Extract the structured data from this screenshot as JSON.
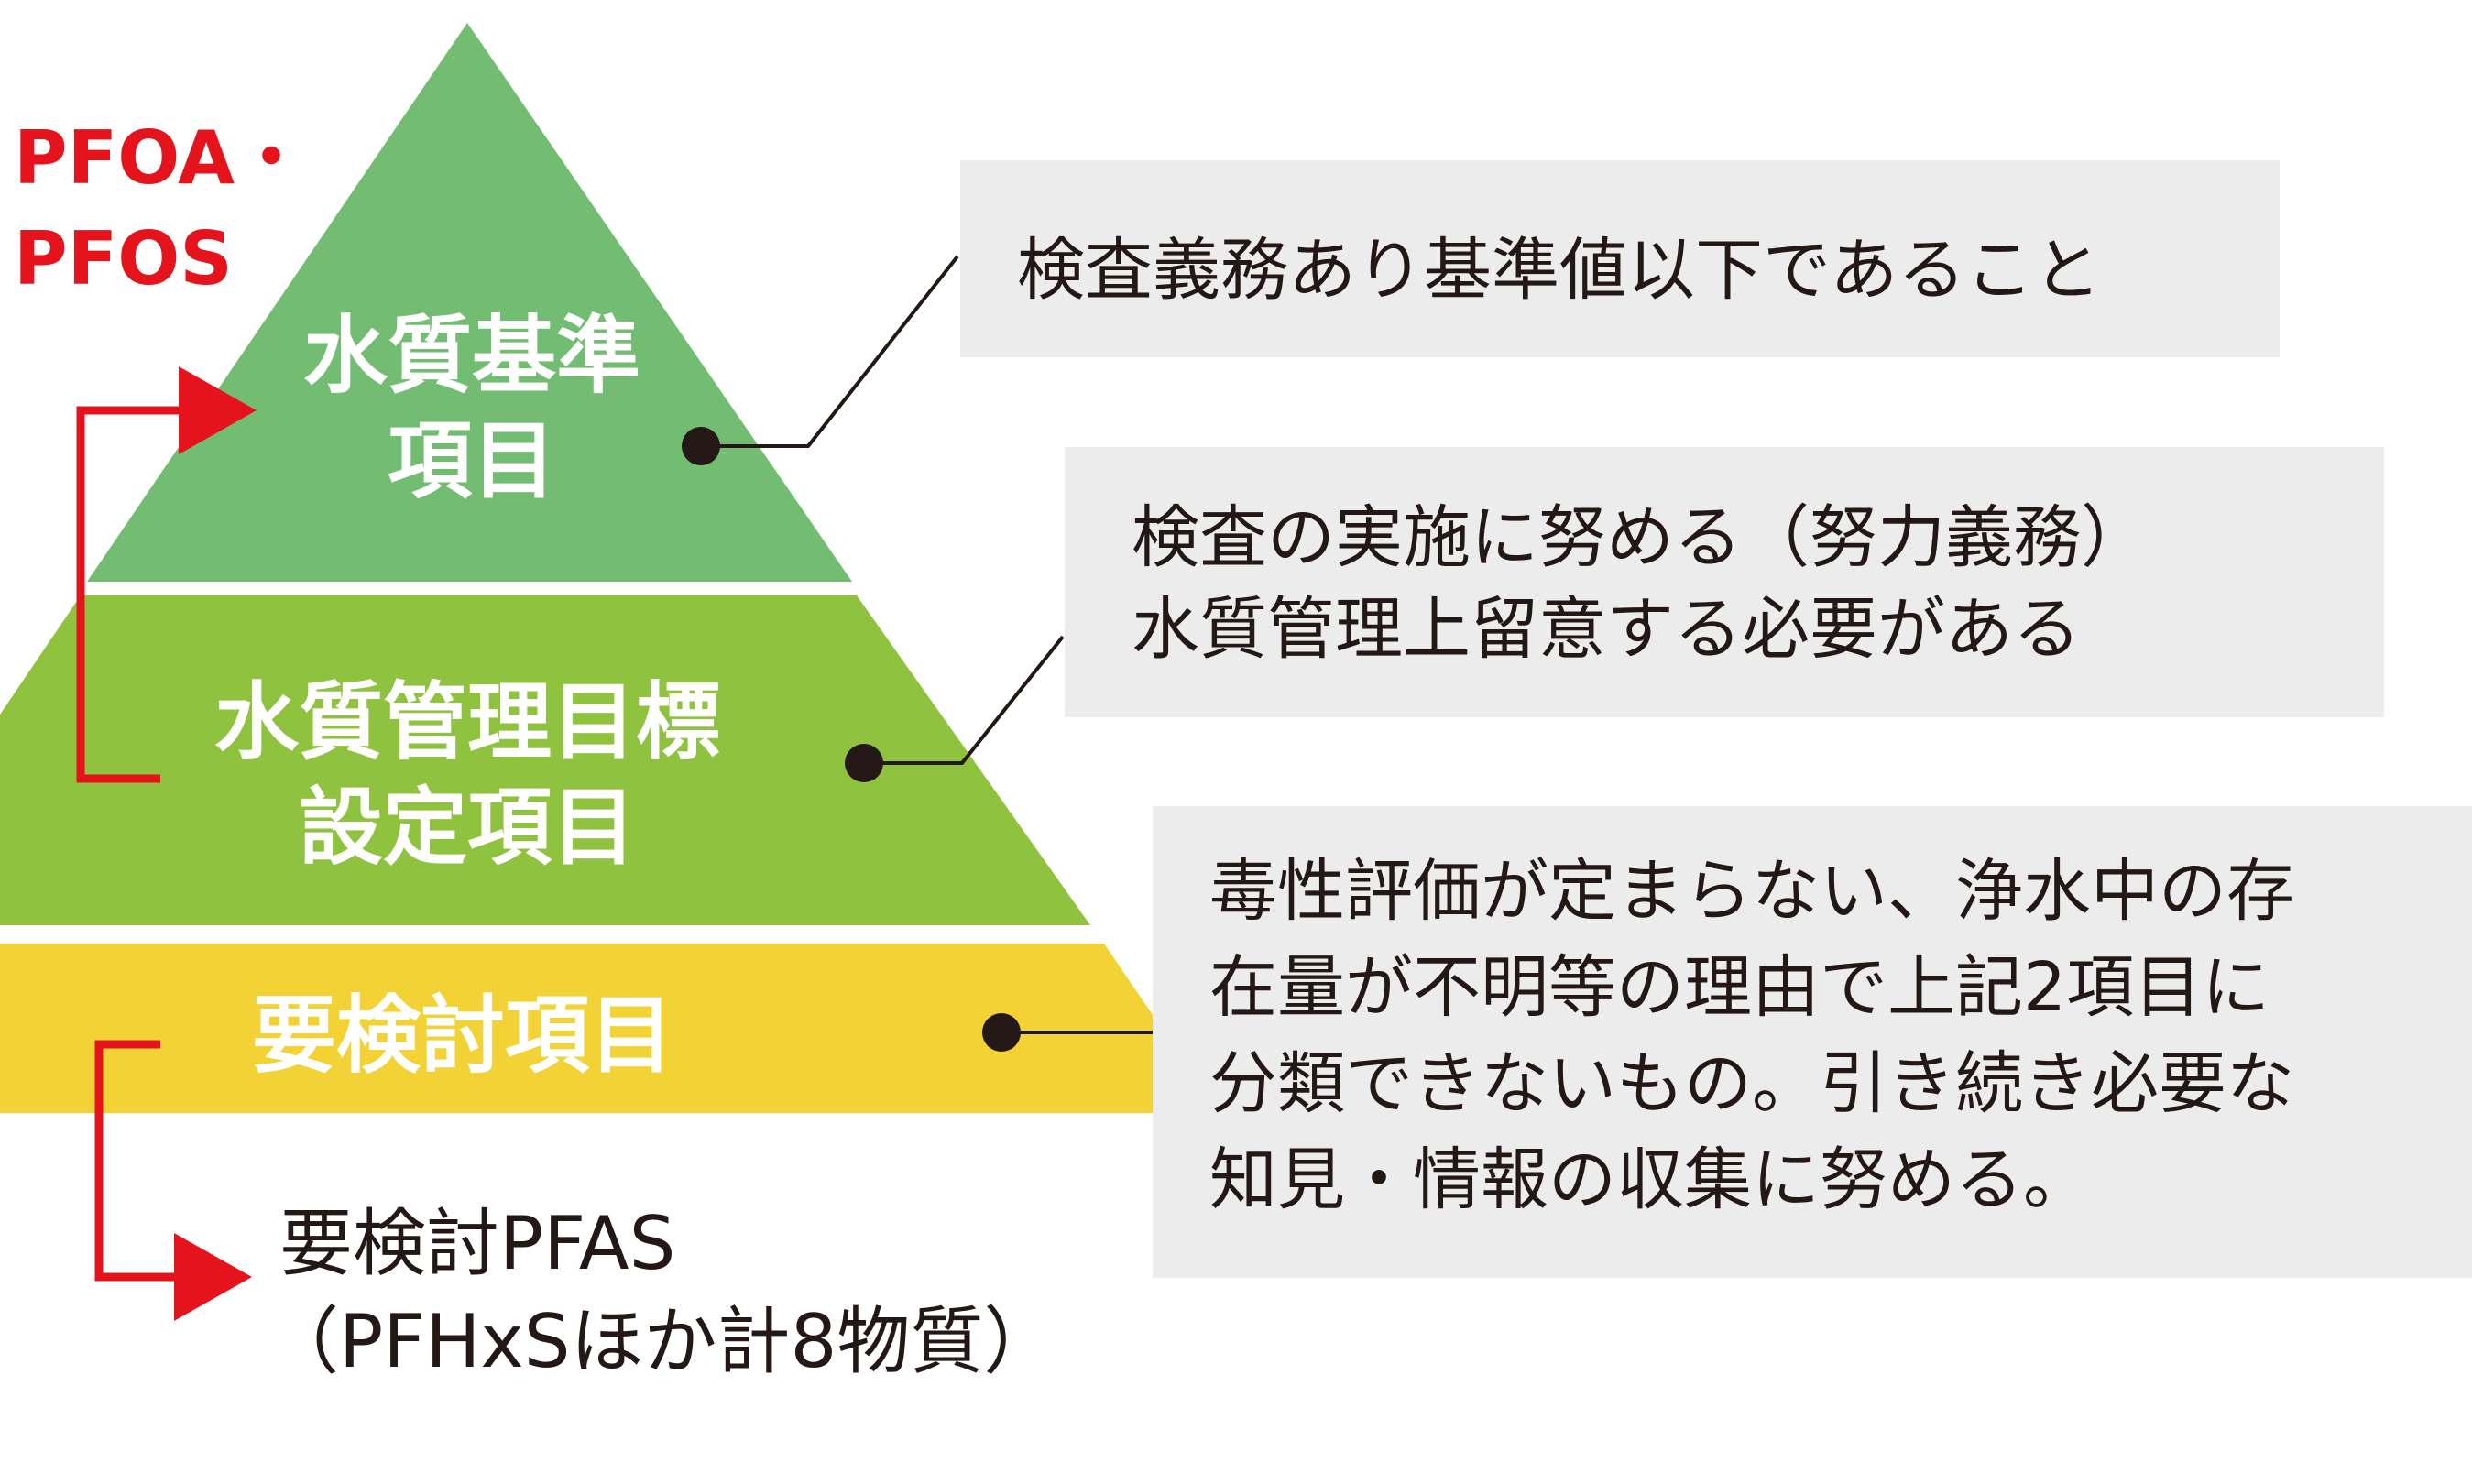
{
  "pfoa_pfos_label": {
    "line1": "PFOA・",
    "line2": "PFOS"
  },
  "tiers": [
    {
      "title_lines": [
        "水質基準",
        "項目"
      ],
      "color": "#72bd72",
      "description_lines": [
        "検査義務あり基準値以下であること"
      ]
    },
    {
      "title_lines": [
        "水質管理目標",
        "設定項目"
      ],
      "color": "#8fc23e",
      "description_lines": [
        "検査の実施に努める（努力義務）",
        "水質管理上留意する必要がある"
      ]
    },
    {
      "title_lines": [
        "要検討項目"
      ],
      "color": "#f2d235",
      "description_lines": [
        "毒性評価が定まらない、浄水中の存",
        "在量が不明等の理由で上記2項目に",
        "分類できないもの。引き続き必要な",
        "知見・情報の収集に努める。"
      ]
    }
  ],
  "substances": {
    "line1": "要検討PFAS",
    "line2": "（PFHxSほか計8物質）"
  },
  "colors": {
    "arrow": "#e5131c",
    "description_box": "#ececec",
    "connector": "#231815"
  }
}
